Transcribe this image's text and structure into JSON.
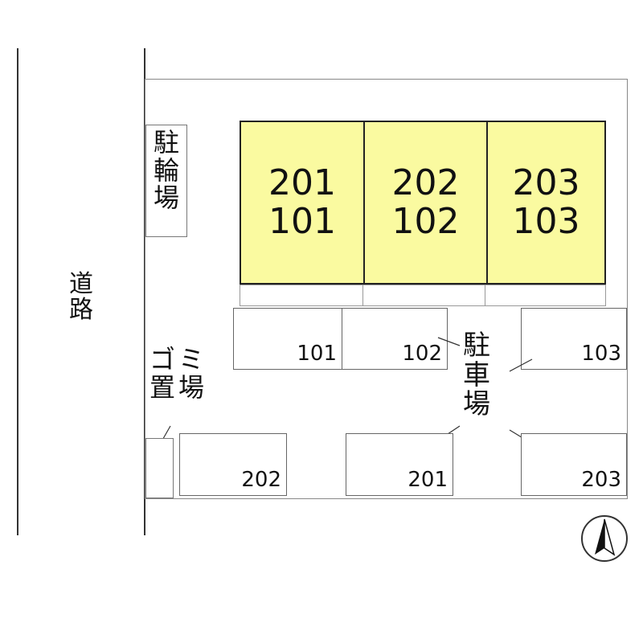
{
  "road_label": "道路",
  "bicycle_parking_label": "駐輪場",
  "garbage_label_line1": "ゴミ",
  "garbage_label_line2": "置場",
  "parking_label": "駐車場",
  "building_units": [
    {
      "upper": "201",
      "lower": "101"
    },
    {
      "upper": "202",
      "lower": "102"
    },
    {
      "upper": "203",
      "lower": "103"
    }
  ],
  "parking_stalls_top": [
    "101",
    "102",
    "103"
  ],
  "parking_stalls_bottom": [
    "202",
    "201",
    "203"
  ],
  "north_icon": "north-arrow-icon",
  "colors": {
    "building_fill": "#fafaa0",
    "line": "#333333"
  }
}
